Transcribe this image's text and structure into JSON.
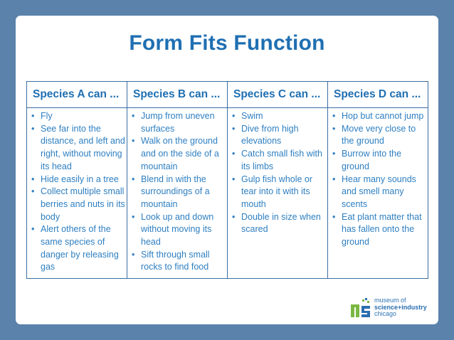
{
  "slide": {
    "title": "Form Fits Function"
  },
  "table": {
    "headers": [
      "Species A can ...",
      "Species B can ...",
      "Species C can ...",
      "Species D can ..."
    ],
    "columns": [
      [
        "Fly",
        "See far into the distance, and left and right, without moving its head",
        "Hide easily in a tree",
        "Collect multiple small berries and nuts in its body",
        "Alert others of the same species of danger by releasing gas"
      ],
      [
        "Jump from uneven surfaces",
        "Walk on the ground and on the side of a mountain",
        "Blend in with the surroundings of a mountain",
        "Look up and down without moving its head",
        "Sift through small rocks to find food"
      ],
      [
        "Swim",
        "Dive from high elevations",
        "Catch small fish with its limbs",
        "Gulp fish whole or tear into it with its mouth",
        "Double in size when scared"
      ],
      [
        "Hop but cannot jump",
        "Move very close to the ground",
        "Burrow into the ground",
        "Hear many sounds and smell many scents",
        "Eat plant matter that has fallen onto the ground"
      ]
    ]
  },
  "logo": {
    "icon": "museum-logo-icon",
    "line1": "museum of",
    "line2": "science+industry",
    "line3": "chicago"
  },
  "colors": {
    "background": "#5a82aa",
    "slide": "#ffffff",
    "title": "#1f6fb2",
    "text": "#2e7fc1",
    "border": "#3a6da3",
    "logo_green": "#7ab843",
    "logo_blue": "#2a6fb0"
  }
}
